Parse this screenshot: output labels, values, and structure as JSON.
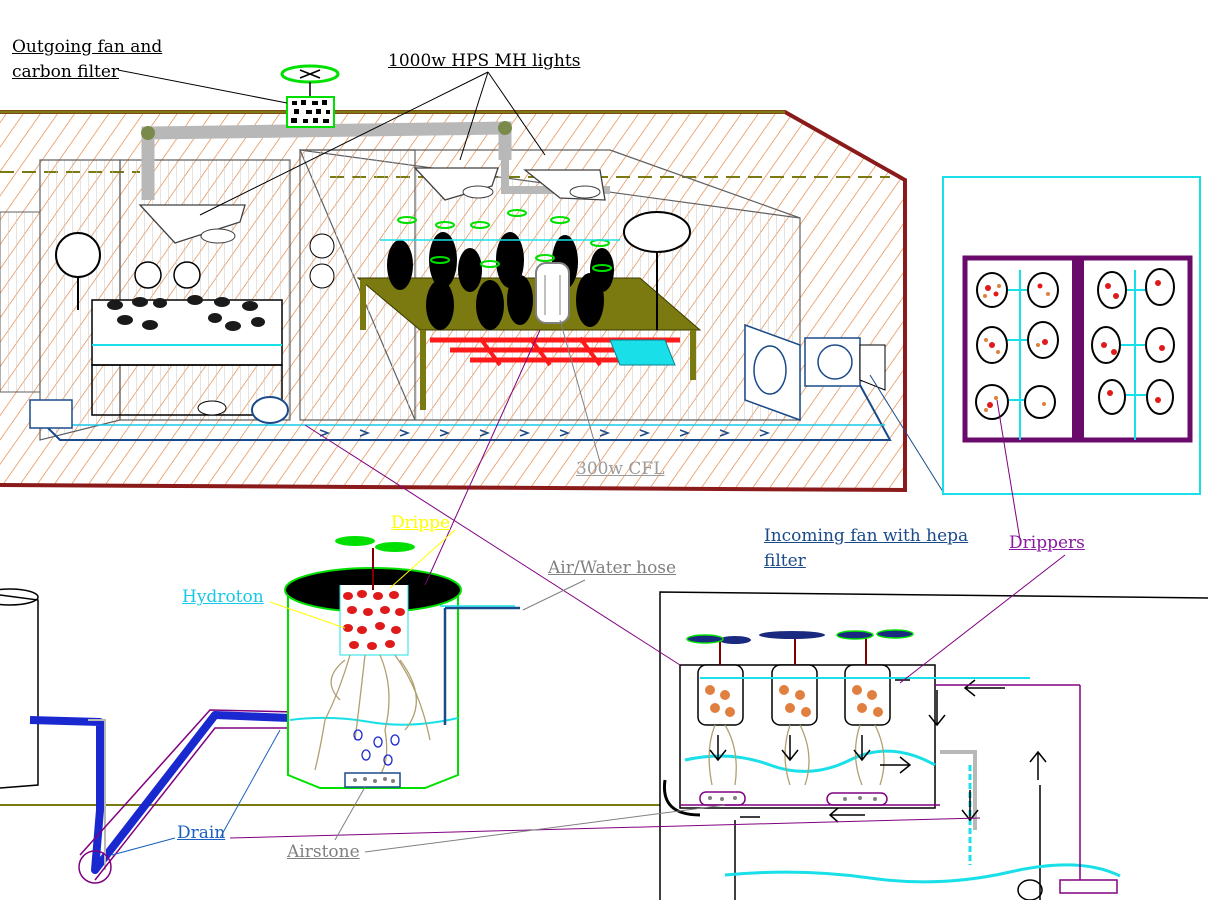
{
  "labels": {
    "outgoing_fan_line1": "Outgoing fan and",
    "outgoing_fan_line2": "carbon filter",
    "lights": "1000w HPS MH lights",
    "cfl": "300w CFL",
    "drippers_small": "Drippe",
    "hydroton": "Hydroton",
    "air_water_hose": "Air/Water hose",
    "incoming_fan_line1": "Incoming fan with hepa",
    "incoming_fan_line2": "filter",
    "drippers": "Drippers",
    "drain": "Drain",
    "airstone": "Airstone"
  },
  "colors": {
    "wall_brown": "#8b1a1a",
    "hatch_orange": "#e0803a",
    "table_olive": "#7a7a10",
    "hose_blue": "#1a4a8a",
    "water_cyan": "#19e0e8",
    "plant_green": "#00e000",
    "drain_blue": "#1a28d0",
    "purple": "#800080"
  }
}
